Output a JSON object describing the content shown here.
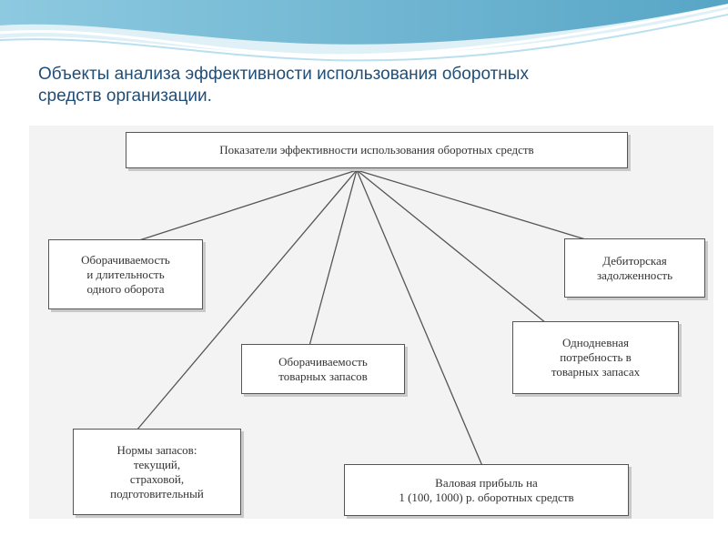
{
  "slide": {
    "title_line1": "Объекты анализа эффективности использования оборотных",
    "title_line2": "средств организации."
  },
  "colors": {
    "title": "#1f4e79",
    "banner_light": "#e6f3f8",
    "banner_mid": "#9fd2e6",
    "banner_dark": "#5aa9c9",
    "box_border": "#555555",
    "connector": "#555555"
  },
  "diagram": {
    "root": "Показатели эффективности использования оборотных средств",
    "nodes": {
      "turnover": [
        "Оборачиваемость",
        "и длительность",
        "одного оборота"
      ],
      "receivables": [
        "Дебиторская",
        "задолженность"
      ],
      "inventory_turnover": [
        "Оборачиваемость",
        "товарных запасов"
      ],
      "daily_need": [
        "Однодневная",
        "потребность в",
        "товарных запасах"
      ],
      "stock_norms": [
        "Нормы запасов:",
        "текущий,",
        "страховой,",
        "подготовительный"
      ],
      "gross_profit": [
        "Валовая прибыль на",
        "1 (100, 1000) р. оборотных средств"
      ]
    }
  }
}
